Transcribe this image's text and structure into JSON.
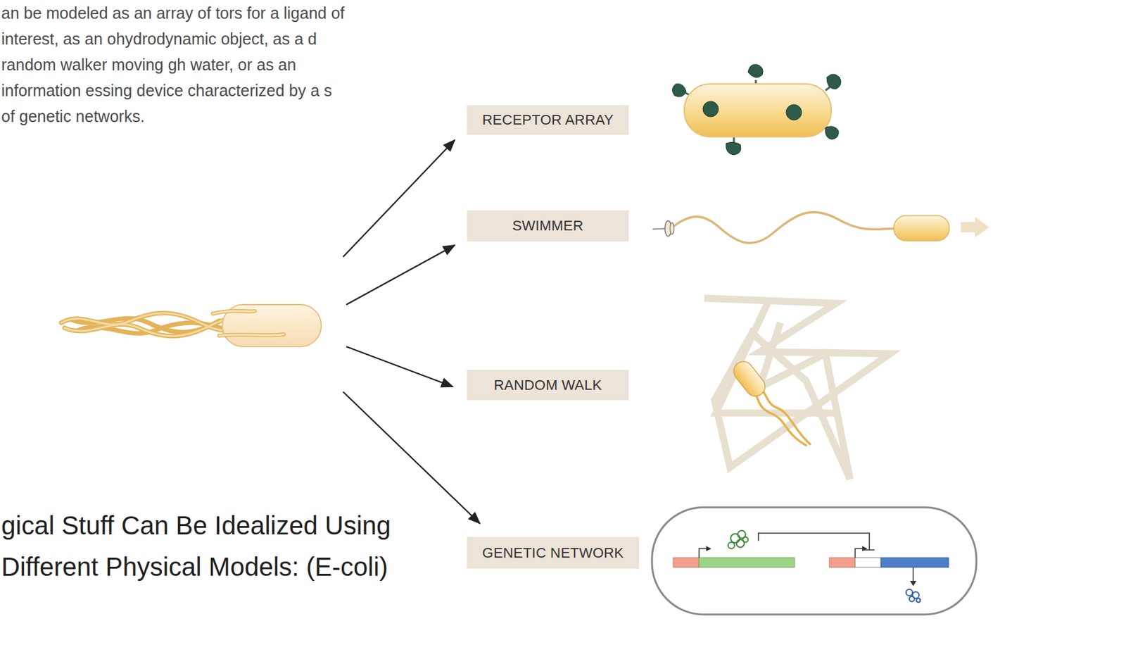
{
  "diagram": {
    "title": "gical Stuff Can Be Idealized Using Different Physical Models: (E-coli)",
    "nodes": [
      {
        "text": [
          "RECEPTOR ARRAY"
        ]
      },
      {
        "text": [
          "SWIMMER"
        ]
      },
      {
        "text": [
          "RANDOM WALK"
        ]
      },
      {
        "text": [
          "GENETIC NETWORK"
        ]
      }
    ],
    "labels": [
      "an be modeled as an array of tors for a ligand of interest, as an ohydrodynamic object, as a d random walker moving gh water, or as an information essing device characterized by a s of genetic networks."
    ]
  }
}
